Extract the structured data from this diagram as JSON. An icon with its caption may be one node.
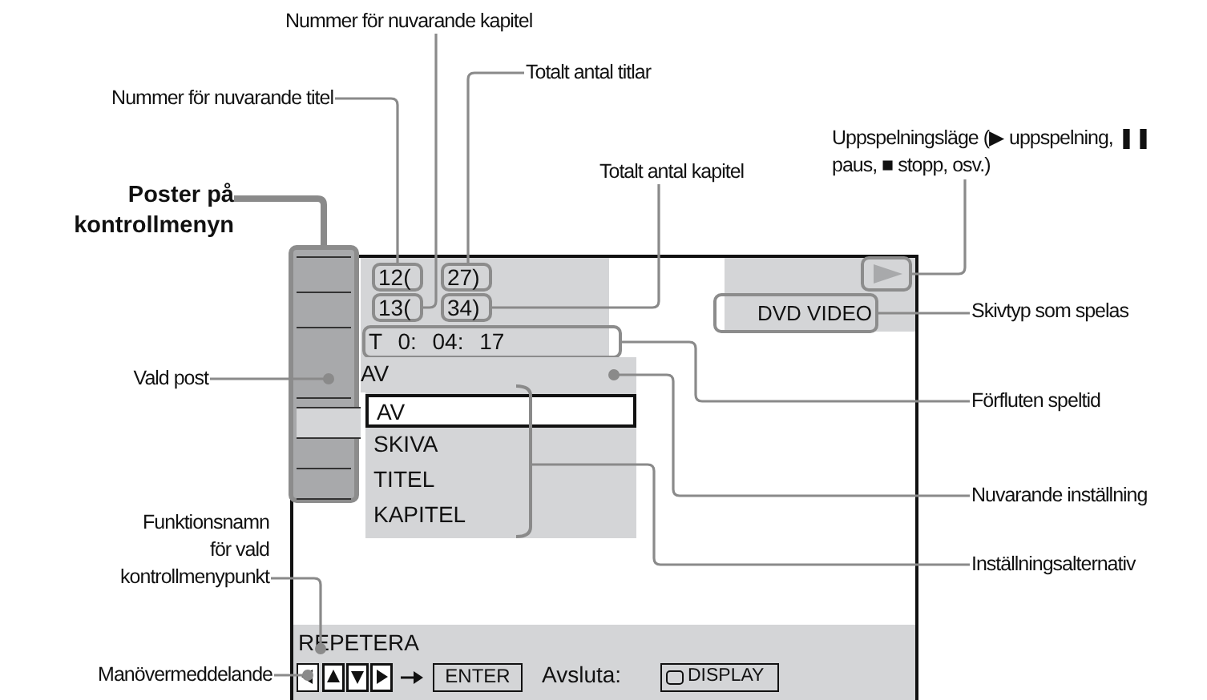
{
  "diagram": {
    "nodes": [
      {
        "text": [
          "Nummer för nuvarande kapitel"
        ]
      },
      {
        "text": [
          "Nummer för nuvarande titel"
        ]
      },
      {
        "text": [
          "Totalt antal titlar"
        ]
      },
      {
        "text": [
          "Totalt antal kapitel"
        ]
      },
      {
        "text": [
          "Poster på kontrollmenyn"
        ]
      },
      {
        "text": [
          "Uppspelningsläge (▶ uppspelning, ❚❚ paus, ■ stopp, osv.)"
        ]
      },
      {
        "text": [
          "Skivtyp som spelas"
        ]
      },
      {
        "text": [
          "Vald post"
        ]
      },
      {
        "text": [
          "Förfluten speltid"
        ]
      },
      {
        "text": [
          "Nuvarande inställning"
        ]
      },
      {
        "text": [
          "Funktionsnamn för vald kontrollmenypunkt"
        ]
      },
      {
        "text": [
          "Inställningsalternativ"
        ]
      },
      {
        "text": [
          "Manövermeddelande"
        ]
      },
      {
        "text": [
          "12("
        ]
      },
      {
        "text": [
          "27)"
        ]
      },
      {
        "text": [
          "13("
        ]
      },
      {
        "text": [
          "34)"
        ]
      },
      {
        "text": [],
        "shape": "triangle"
      },
      {
        "text": [
          "DVD VIDEO"
        ]
      },
      {
        "text": [
          "T 0: 04: 17"
        ]
      },
      {
        "text": [],
        "shape": "bar"
      },
      {
        "text": [],
        "shape": "box",
        "in": 20
      },
      {
        "text": [
          "AV"
        ]
      },
      {
        "text": [
          "AV",
          "SKIVA",
          "TITEL",
          "KAPITEL"
        ]
      },
      {
        "text": [
          "REPETERA"
        ]
      },
      {
        "text": [],
        "shape": "box"
      }
    ],
    "edges": [
      {
        "from": 0,
        "to": 15,
        "arrow": "none"
      },
      {
        "from": 1,
        "to": 13,
        "arrow": "none"
      },
      {
        "from": 2,
        "to": 14,
        "arrow": "none"
      },
      {
        "from": 3,
        "to": 16,
        "arrow": "none"
      },
      {
        "from": 4,
        "to": 20,
        "arrow": "none",
        "style": "thick"
      },
      {
        "from": 5,
        "to": 17,
        "arrow": "none"
      },
      {
        "from": 6,
        "to": 18,
        "arrow": "none"
      },
      {
        "from": 7,
        "to": 21,
        "arrow": "other"
      },
      {
        "from": 8,
        "to": 19,
        "arrow": "none"
      },
      {
        "from": 9,
        "to": 22,
        "arrow": "other"
      },
      {
        "from": 10,
        "to": 24,
        "arrow": "other"
      },
      {
        "from": 11,
        "to": 23,
        "arrow": "none"
      },
      {
        "from": 12,
        "to": 25,
        "arrow": "other"
      }
    ],
    "labels": [
      "ENTER",
      "Avsluta:",
      "DISPLAY"
    ]
  }
}
